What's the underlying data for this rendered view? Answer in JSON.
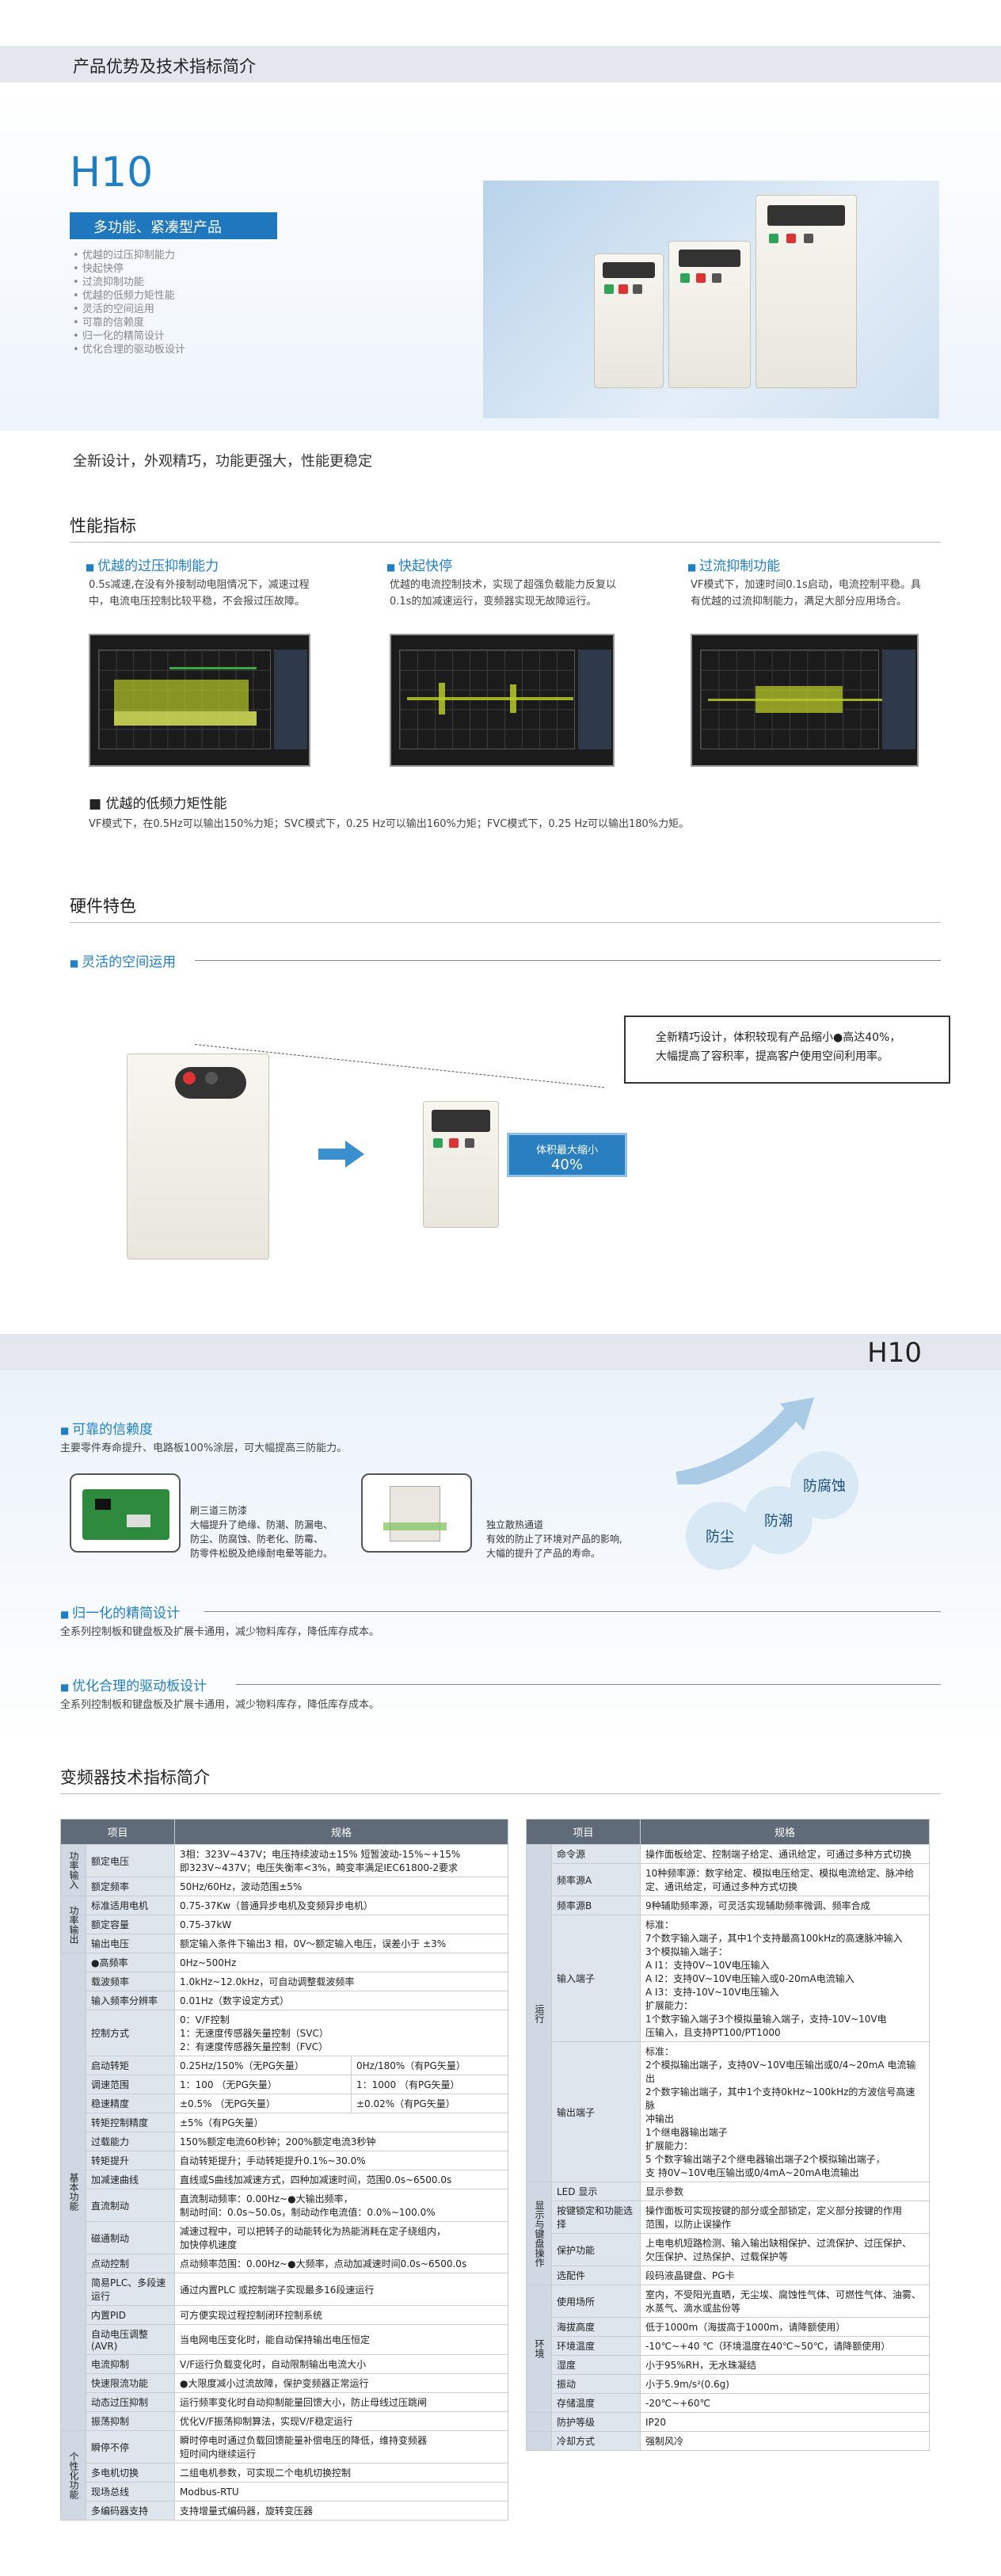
{
  "header": {
    "title": "产品优势及技术指标简介"
  },
  "hero": {
    "model": "H10",
    "tagline": "多功能、紧凑型产品",
    "features": [
      "优越的过压抑制能力",
      "快起快停",
      "过流抑制功能",
      "优越的低频力矩性能",
      "灵活的空间运用",
      "可靠的信赖度",
      "归一化的精简设计",
      "优化合理的驱动板设计"
    ],
    "slogan": "全新设计，外观精巧，功能更强大，性能更稳定"
  },
  "performance": {
    "title": "性能指标",
    "items": [
      {
        "label": "优越的过压抑制能力",
        "text": "0.5s减速,在没有外接制动电阻情况下，减速过程中，电流电压控制比较平稳，不会报过压故障。"
      },
      {
        "label": "快起快停",
        "text": "优越的电流控制技术，实现了超强负载能力反复以0.1s的加减速运行，变频器实现无故障运行。"
      },
      {
        "label": "过流抑制功能",
        "text": "VF模式下，加速时间0.1s启动，电流控制平稳。具有优越的过流抑制能力，满足大部分应用场合。"
      }
    ],
    "lowfreq": {
      "label": "优越的低频力矩性能",
      "text": "VF模式下，在0.5Hz可以输出150%力矩；SVC模式下，0.25 Hz可以输出160%力矩；FVC模式下，0.25 Hz可以输出180%力矩。"
    }
  },
  "hardware": {
    "title": "硬件特色",
    "space_label": "灵活的空间运用",
    "callout": [
      "全新精巧设计，体积较现有产品缩小●高达40%，",
      "大幅提高了容积率，提高客户使用空间利用率。"
    ],
    "tag": [
      "体积最大缩小",
      "40%"
    ]
  },
  "page2": {
    "model": "H10",
    "reliability": {
      "label": "可靠的信赖度",
      "text": "主要零件寿命提升、电路板100%涂层，可大幅提高三防能力。",
      "coat": [
        "刷三道三防漆",
        "大幅提升了绝缘、防潮、防漏电、",
        "防尘、防腐蚀、防老化、防霉、",
        "防零件松脱及绝缘耐电晕等能力。"
      ],
      "duct": [
        "独立散热通道",
        "有效的防止了环境对产品的影响,",
        "大幅的提升了产品的寿命。"
      ],
      "circles": [
        "防尘",
        "防潮",
        "防腐蚀"
      ]
    },
    "unified": {
      "label": "归一化的精简设计",
      "text": "全系列控制板和键盘板及扩展卡通用，减少物料库存，降低库存成本。"
    },
    "driver": {
      "label": "优化合理的驱动板设计",
      "text": "全系列控制板和键盘板及扩展卡通用，减少物料库存，降低库存成本。"
    }
  },
  "specs": {
    "title": "变频器技术指标简介",
    "head": [
      "项目",
      "规格"
    ],
    "left": [
      {
        "cat": "功率输入",
        "k": "额定电压",
        "v": "3相：323V~437V；电压持续波动±15%  短暂波动-15%~+15%\n即323V~437V；电压失衡率<3%，畸变率满足IEC61800-2要求"
      },
      {
        "cat": "功率输入",
        "k": "额定频率",
        "v": "50Hz/60Hz，波动范围±5%"
      },
      {
        "cat": "功率输出",
        "k": "标准适用电机",
        "v": "0.75-37Kw（普通异步电机及变频异步电机）"
      },
      {
        "cat": "功率输出",
        "k": "额定容量",
        "v": "0.75-37kW"
      },
      {
        "cat": "功率输出",
        "k": "输出电压",
        "v": "额定输入条件下输出3 相，0V～额定输入电压，误差小于 ±3%"
      },
      {
        "cat": "基本功能",
        "k": "●高频率",
        "v": "0Hz~500Hz"
      },
      {
        "cat": "基本功能",
        "k": "载波频率",
        "v": "1.0kHz~12.0kHz，可自动调整载波频率"
      },
      {
        "cat": "基本功能",
        "k": "输入频率分辨率",
        "v": "0.01Hz（数字设定方式）"
      },
      {
        "cat": "基本功能",
        "k": "控制方式",
        "v": "0：V/F控制\n1：无速度传感器矢量控制（SVC）\n2：有速度传感器矢量控制（FVC）"
      },
      {
        "cat": "基本功能",
        "k": "启动转矩",
        "v": "0.25Hz/150%（无PG矢量）",
        "v2": "0Hz/180%（有PG矢量）"
      },
      {
        "cat": "基本功能",
        "k": "调速范围",
        "v": "1：100  （无PG矢量）",
        "v2": "1：1000  （有PG矢量）"
      },
      {
        "cat": "基本功能",
        "k": "稳速精度",
        "v": "±0.5%  （无PG矢量）",
        "v2": "±0.02%（有PG矢量）"
      },
      {
        "cat": "基本功能",
        "k": "转矩控制精度",
        "v": "±5%（有PG矢量）"
      },
      {
        "cat": "基本功能",
        "k": "过载能力",
        "v": "150%额定电流60秒钟；200%额定电流3秒钟"
      },
      {
        "cat": "基本功能",
        "k": "转矩提升",
        "v": "自动转矩提升；手动转矩提升0.1%~30.0%"
      },
      {
        "cat": "基本功能",
        "k": "加减速曲线",
        "v": "直线或S曲线加减速方式，四种加减速时间，范围0.0s~6500.0s"
      },
      {
        "cat": "基本功能",
        "k": "直流制动",
        "v": "直流制动频率：0.00Hz~●大输出频率，\n制动时间：0.0s~50.0s，制动动作电流值：0.0%~100.0%"
      },
      {
        "cat": "基本功能",
        "k": "磁通制动",
        "v": "减速过程中，可以把转子的动能转化为热能消耗在定子绕组内，\n加快停机速度"
      },
      {
        "cat": "基本功能",
        "k": "点动控制",
        "v": "点动频率范围：0.00Hz~●大频率，点动加减速时间0.0s~6500.0s"
      },
      {
        "cat": "基本功能",
        "k": "简易PLC、多段速运行",
        "v": "通过内置PLC 或控制端子实现最多16段速运行"
      },
      {
        "cat": "基本功能",
        "k": "内置PID",
        "v": "可方便实现过程控制闭环控制系统"
      },
      {
        "cat": "基本功能",
        "k": "自动电压调整(AVR)",
        "v": "当电网电压变化时，能自动保持输出电压恒定"
      },
      {
        "cat": "基本功能",
        "k": "电流抑制",
        "v": "V/F运行负载变化时，自动限制输出电流大小"
      },
      {
        "cat": "基本功能",
        "k": "快速限流功能",
        "v": "●大限度减小过流故障，保护变频器正常运行"
      },
      {
        "cat": "基本功能",
        "k": "动态过压抑制",
        "v": "运行频率变化时自动抑制能量回馈大小，防止母线过压跳闸"
      },
      {
        "cat": "基本功能",
        "k": "振荡抑制",
        "v": "优化V/F振荡抑制算法，实现V/F稳定运行"
      },
      {
        "cat": "个性化功能",
        "k": "瞬停不停",
        "v": "瞬时停电时通过负载回馈能量补偿电压的降低，维持变频器\n短时间内继续运行"
      },
      {
        "cat": "个性化功能",
        "k": "多电机切换",
        "v": "二组电机参数，可实现二个电机切换控制"
      },
      {
        "cat": "个性化功能",
        "k": "现场总线",
        "v": "Modbus-RTU"
      },
      {
        "cat": "个性化功能",
        "k": "多编码器支持",
        "v": "支持增量式编码器，旋转变压器"
      }
    ],
    "right": [
      {
        "cat": "运行",
        "k": "命令源",
        "v": "操作面板给定、控制端子给定、通讯给定，可通过多种方式切换"
      },
      {
        "cat": "运行",
        "k": "频率源A",
        "v": "10种频率源：数字给定、模拟电压给定、模拟电流给定、脉冲给\n定、通讯给定，可通过多种方式切换"
      },
      {
        "cat": "运行",
        "k": "频率源B",
        "v": "9种辅助频率源，可灵活实现辅助频率微调、频率合成"
      },
      {
        "cat": "运行",
        "k": "输入端子",
        "v": "标准：\n7个数字输入端子，其中1个支持最高100kHz的高速脉冲输入\n3个模拟输入端子：\n   A I1：支持0V~10V电压输入\n   A I2：支持0V~10V电压输入或0-20mA电流输入\n   A I3：支持-10V~10V电压输入\n扩展能力：\n   1个数字输入端子3个模拟量输入端子，支持-10V~10V电\n   压输入，且支持PT100/PT1000"
      },
      {
        "cat": "运行",
        "k": "输出端子",
        "v": "标准：\n2个模拟输出端子，支持0V~10V电压输出或0/4~20mA 电流输出\n2个数字输出端子，其中1个支持0kHz~100kHz的方波信号高速脉\n冲输出\n1个继电器输出端子\n扩展能力：\n   5 个数字输出端子2个继电器输出端子2个模拟输出端子，\n   支 持0V~10V电压输出或0/4mA~20mA电流输出"
      },
      {
        "cat": "显示与键盘操作",
        "k": "LED 显示",
        "v": "显示参数"
      },
      {
        "cat": "显示与键盘操作",
        "k": "按键锁定和功能选择",
        "v": "操作面板可实现按键的部分或全部锁定，定义部分按键的作用\n范围，以防止误操作"
      },
      {
        "cat": "显示与键盘操作",
        "k": "保护功能",
        "v": "上电电机短路检测、输入输出缺相保护、过流保护、过压保护、\n欠压保护、过热保护、过载保护等"
      },
      {
        "cat": "显示与键盘操作",
        "k": "选配件",
        "v": "段码液晶键盘、PG卡"
      },
      {
        "cat": "环境",
        "k": "使用场所",
        "v": "室内，不受阳光直晒，无尘埃、腐蚀性气体、可燃性气体、油雾、\n水蒸气、滴水或盐份等"
      },
      {
        "cat": "环境",
        "k": "海拔高度",
        "v": "低于1000m（海拔高于1000m，请降额使用）"
      },
      {
        "cat": "环境",
        "k": "环境温度",
        "v": "-10℃~+40 ℃（环境温度在40℃~50℃，请降额使用）"
      },
      {
        "cat": "环境",
        "k": "湿度",
        "v": "小于95%RH，无水珠凝结"
      },
      {
        "cat": "环境",
        "k": "振动",
        "v": "小于5.9m/s²(0.6g)"
      },
      {
        "cat": "环境",
        "k": "存储温度",
        "v": "-20℃~+60℃"
      },
      {
        "cat": "",
        "k": "防护等级",
        "v": "IP20"
      },
      {
        "cat": "",
        "k": "冷却方式",
        "v": "强制风冷"
      }
    ]
  },
  "colors": {
    "accent": "#1f7fc4",
    "header": "#e4e8ee",
    "table_head": "#5f6b78"
  }
}
